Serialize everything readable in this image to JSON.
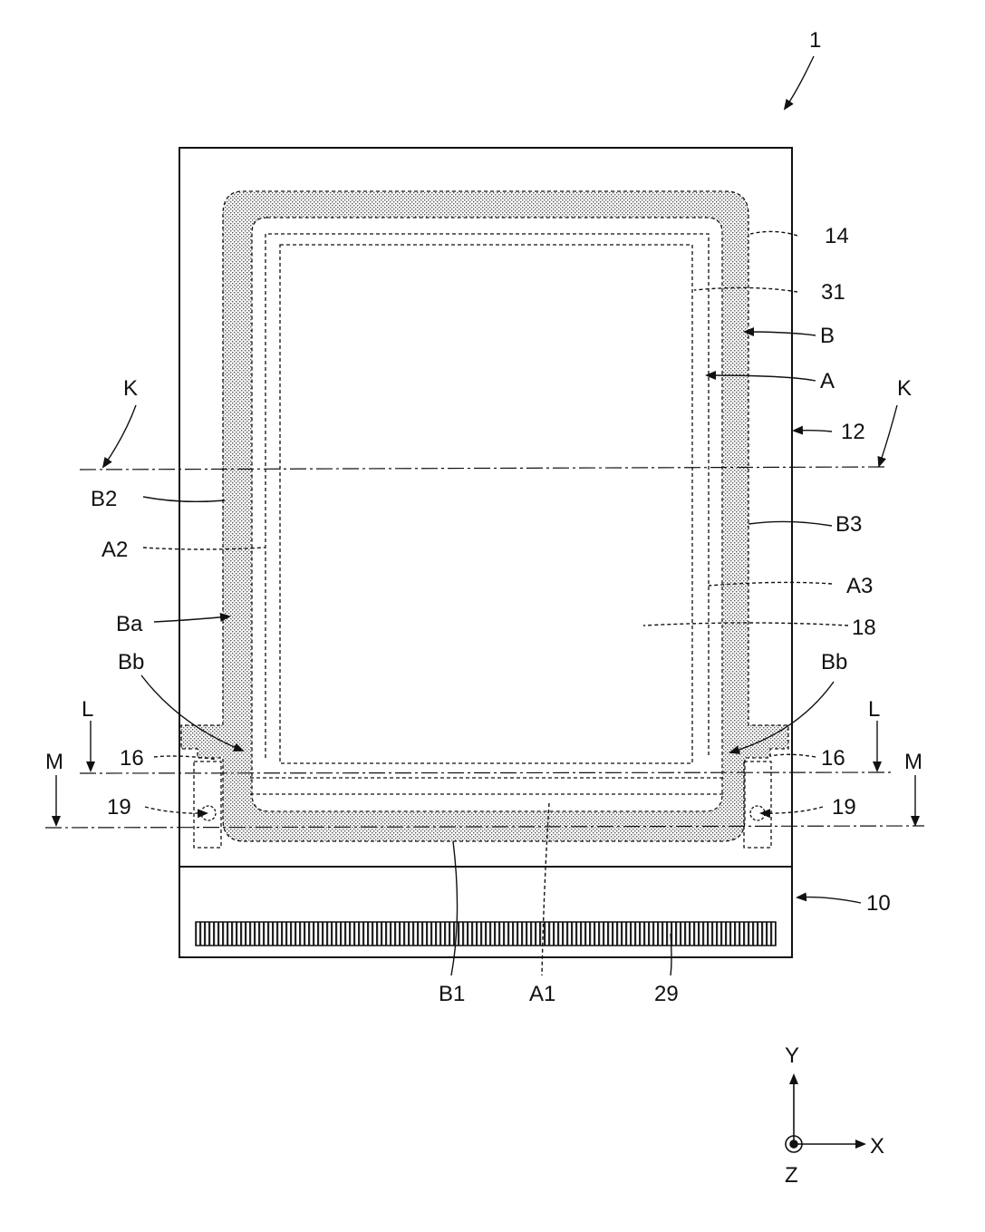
{
  "figure": {
    "ref_device": "1",
    "labels": {
      "l14": "14",
      "l31": "31",
      "lB": "B",
      "lA": "A",
      "lK_left": "K",
      "lK_right": "K",
      "l12": "12",
      "lB2": "B2",
      "lA2": "A2",
      "lB3": "B3",
      "lA3": "A3",
      "l18": "18",
      "lBa": "Ba",
      "lBb_left": "Bb",
      "lBb_right": "Bb",
      "lL_left": "L",
      "lL_right": "L",
      "lM_left": "M",
      "lM_right": "M",
      "l16_left": "16",
      "l16_right": "16",
      "l19_left": "19",
      "l19_right": "19",
      "l10": "10",
      "lB1": "B1",
      "lA1": "A1",
      "l29": "29"
    },
    "axes": {
      "y": "Y",
      "x": "X",
      "z": "Z"
    }
  }
}
